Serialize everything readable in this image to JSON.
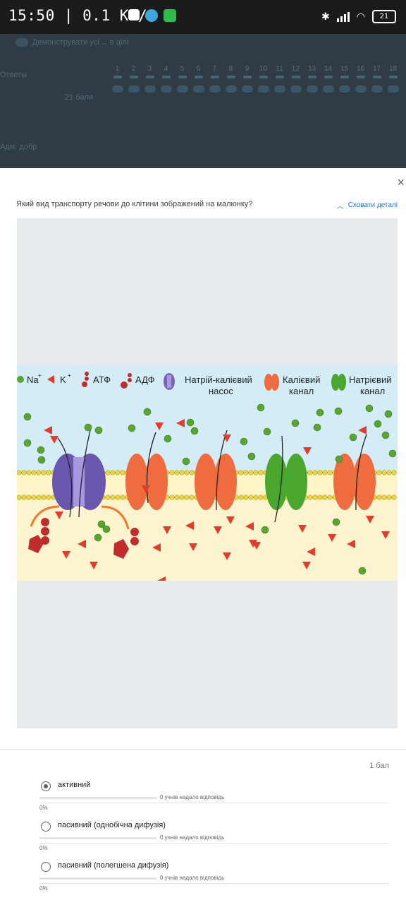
{
  "status_bar": {
    "time": "15:50",
    "speed": "| 0.1 КБ/с",
    "battery": "21"
  },
  "background": {
    "toggle_label": "Демонструвати усі ... в цілі",
    "filter_label": "Ответы",
    "points_label": "21 бали",
    "side_label": "Адм. добр",
    "numbers": [
      "1",
      "2",
      "3",
      "4",
      "5",
      "6",
      "7",
      "8",
      "9",
      "10",
      "11",
      "12",
      "13",
      "14",
      "15",
      "16",
      "17",
      "18"
    ]
  },
  "dialog": {
    "question": "Який вид транспорту речови до клітини зображений на малюнку?",
    "hide_details": "Сховати деталі",
    "close": "×",
    "figure": {
      "legend": {
        "na": "Na",
        "na_sup": "+",
        "k": "K",
        "k_sup": "+",
        "atp": "АТФ",
        "adp": "АДФ",
        "pump_1": "Натрій-калієвий",
        "pump_2": "насос",
        "kchan_1": "Калієвий",
        "kchan_2": "канал",
        "nachan_1": "Натрієвий",
        "nachan_2": "канал"
      },
      "colors": {
        "na": "#58a630",
        "k": "#e53b2c",
        "pump": "#7b63b8",
        "k_channel": "#ee6c3f",
        "na_channel": "#4aa72e",
        "extracellular": "#d3ecf5",
        "cytoplasm": "#fbf4cf",
        "membrane": "#f0d53a"
      }
    }
  },
  "answers": {
    "score": "1 бал",
    "options": [
      {
        "label": "активний",
        "count_text": "0 учнів надало відповідь",
        "percent": "0%",
        "selected": true
      },
      {
        "label": "пасивний (однобічна дифузія)",
        "count_text": "0 учнів надало відповідь",
        "percent": "0%",
        "selected": false
      },
      {
        "label": "пасивний (полегшена дифузія)",
        "count_text": "0 учнів надало відповідь",
        "percent": "0%",
        "selected": false
      }
    ]
  }
}
